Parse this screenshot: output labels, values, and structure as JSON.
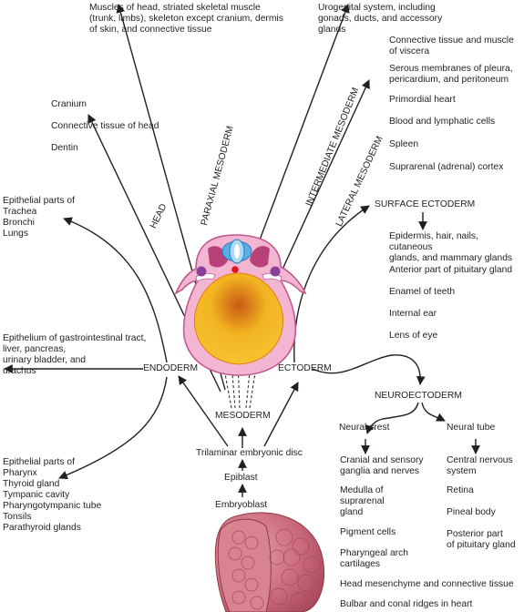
{
  "nodes": {
    "mesoderm": "MESODERM",
    "endoderm": "ENDODERM",
    "ectoderm": "ECTODERM",
    "trilaminar": "Trilaminar embryonic disc",
    "epiblast": "Epiblast",
    "embryoblast": "Embryoblast",
    "surface_ectoderm": "SURFACE ECTODERM",
    "neuroectoderm": "NEUROECTODERM",
    "neural_crest": "Neural crest",
    "neural_tube": "Neural tube"
  },
  "branches": {
    "head": "HEAD",
    "paraxial": "PARAXIAL MESODERM",
    "intermediate": "INTERMEDIATE MESODERM",
    "lateral": "LATERAL MESODERM"
  },
  "derivatives": {
    "paraxial": "Muscles of head, striated skeletal muscle\n(trunk, limbs), skeleton except cranium, dermis\nof skin, and  connective tissue",
    "intermediate": "Urogenital system, including\ngonads, ducts, and accessory\nglands",
    "head": [
      "Cranium",
      "Connective tissue of head",
      "Dentin"
    ],
    "lateral": [
      "Connective tissue and muscle\nof viscera",
      "Serous membranes of pleura,\npericardium, and peritoneum",
      "Primordial heart",
      "Blood and lymphatic cells",
      "Spleen",
      "Suprarenal (adrenal) cortex"
    ],
    "endoderm_respiratory": "Epithelial parts of\n   Trachea\n   Bronchi\n   Lungs",
    "endoderm_gi": "Epithelium of gastrointestinal tract,\nliver, pancreas,\nurinary bladder, and\nurachus",
    "endoderm_pharynx": "Epithelial parts of\n   Pharynx\n   Thyroid gland\n   Tympanic cavity\n   Pharyngotympanic tube\n   Tonsils\n   Parathyroid glands",
    "surface_ectoderm": [
      "Epidermis, hair, nails, cutaneous\nglands, and mammary glands",
      "Anterior part of pituitary gland",
      "Enamel of teeth",
      "Internal ear",
      "Lens of eye"
    ],
    "neural_crest": [
      "Cranial and sensory\nganglia and nerves",
      "Medulla of\nsuprarenal\ngland",
      "Pigment cells",
      "Pharyngeal arch\ncartilages",
      "Head mesenchyme and connective tissue",
      "Bulbar and conal ridges in heart"
    ],
    "neural_tube": [
      "Central nervous\nsystem",
      "Retina",
      "Pineal body",
      "Posterior part\nof pituitary gland"
    ]
  },
  "colors": {
    "text": "#231f20",
    "arrow": "#231f20",
    "embryo_outer": "#f3b6d2",
    "embryo_outline": "#c2588f",
    "yolk": "#f2b321",
    "yolk_dark": "#e07f12",
    "neural_tube": "#7fc2ea",
    "notochord": "#e4141f",
    "somite": "#b8417a",
    "intermediate": "#8a3f9a",
    "blastocyst": "#cc6b7b"
  }
}
